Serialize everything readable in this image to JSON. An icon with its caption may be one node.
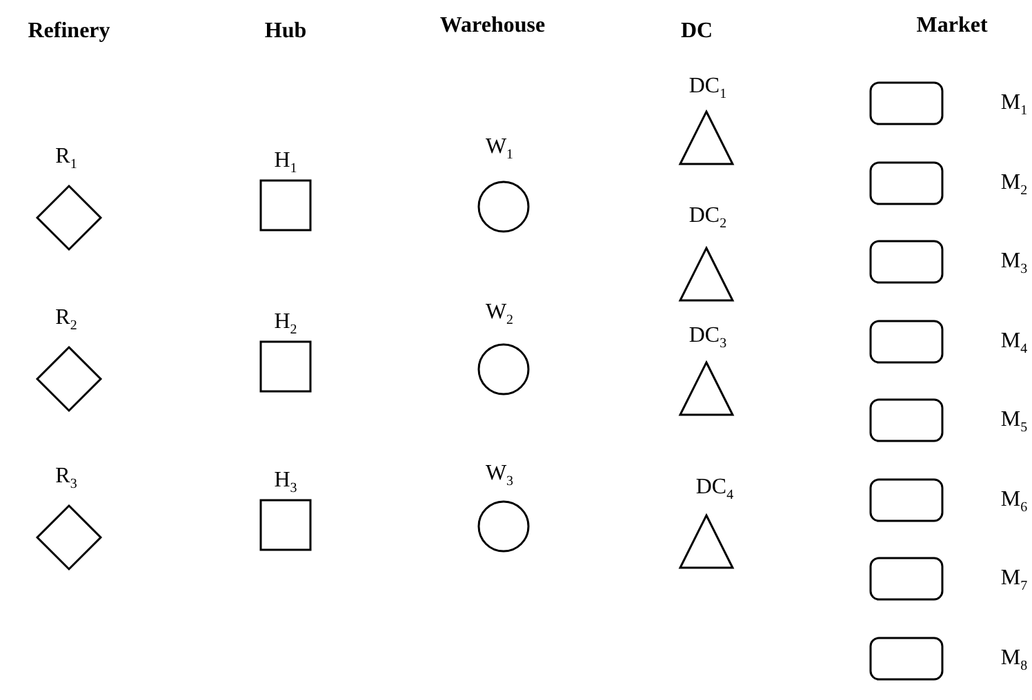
{
  "diagram": {
    "nodes": [
      {
        "text": [
          "R$_{1}$"
        ]
      },
      {
        "text": [
          "R$_{2}$"
        ]
      },
      {
        "text": [
          "R$_{3}$"
        ]
      },
      {
        "text": [
          "H$_{1}$"
        ]
      },
      {
        "text": [
          "H$_{2}$"
        ]
      },
      {
        "text": [
          "H$_{3}$"
        ]
      },
      {
        "text": [
          "W$_{1}$"
        ]
      },
      {
        "text": [
          "W$_{2}$"
        ]
      },
      {
        "text": [
          "W$_{3}$"
        ]
      },
      {
        "text": [
          "DC$_{1}$"
        ]
      },
      {
        "text": [
          "DC$_{2}$"
        ]
      },
      {
        "text": [
          "DC$_{3}$"
        ]
      },
      {
        "text": [
          "DC$_{4}$"
        ]
      },
      {
        "text": [
          "M$_{1}$"
        ]
      },
      {
        "text": [
          "M$_{2}$"
        ]
      },
      {
        "text": [
          "M$_{3}$"
        ]
      },
      {
        "text": [
          "M$_{4}$"
        ]
      },
      {
        "text": [
          "M$_{5}$"
        ]
      },
      {
        "text": [
          "M$_{6}$"
        ]
      },
      {
        "text": [
          "M$_{7}$"
        ]
      },
      {
        "text": [
          "M$_{8}$"
        ]
      }
    ],
    "edges": [],
    "labels": [
      "Refinery",
      "Hub",
      "Warehouse",
      "DC",
      "Market"
    ]
  }
}
